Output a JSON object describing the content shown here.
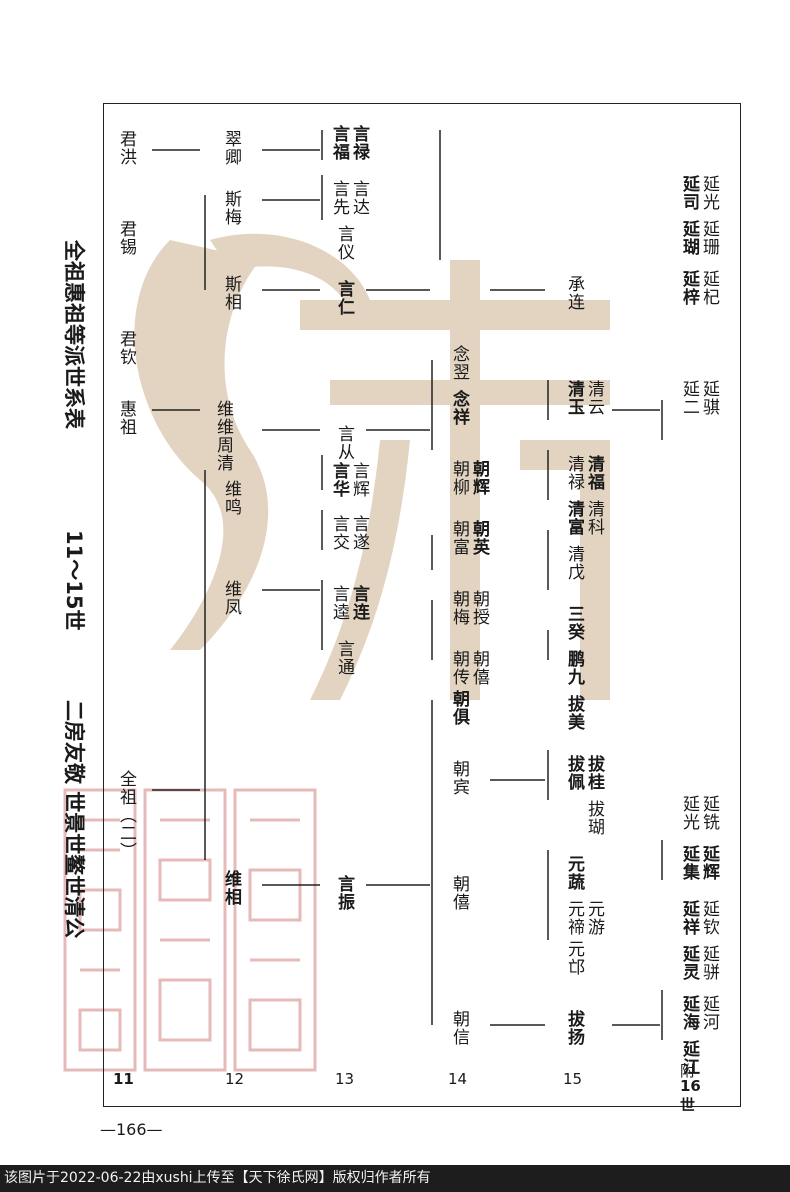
{
  "titles": {
    "main": "全祖惠祖等派世系表",
    "range": "11～15世",
    "branch": "二房友敬 世景世鳌世清公"
  },
  "generations": [
    "11",
    "12",
    "13",
    "14",
    "15",
    "附",
    "16",
    "世"
  ],
  "names": {
    "g11": [
      "君洪",
      "君锡",
      "君钦",
      "惠祖",
      "全祖（二）"
    ],
    "g12": [
      "翠卿",
      "斯梅",
      "斯相",
      "维维周清",
      "维鸣",
      "维凤",
      "维相"
    ],
    "g13": [
      "言福",
      "言禄",
      "言先",
      "言达",
      "言仪",
      "言仁",
      "言从",
      "言华",
      "言辉",
      "言交",
      "言遂",
      "言逵",
      "言连",
      "言通",
      "言振"
    ],
    "g14": [
      "念翌",
      "念祥",
      "朝柳",
      "朝辉",
      "朝富",
      "朝英",
      "朝梅",
      "朝授",
      "朝传",
      "朝僖",
      "朝俱",
      "朝宾",
      "朝僖",
      "朝信"
    ],
    "g15": [
      "承连",
      "清玉",
      "清云",
      "清禄",
      "清福",
      "清富",
      "清科",
      "清戊",
      "三癸",
      "鹏九",
      "拔美",
      "拔佩",
      "拔桂",
      "拔瑚",
      "元蔬",
      "元禘",
      "元游",
      "元邙",
      "拔扬"
    ],
    "g16": [
      "延司",
      "延光",
      "延瑚",
      "延珊",
      "延梓",
      "延杞",
      "延二",
      "延骐",
      "延光",
      "延铣",
      "延集",
      "延辉",
      "延祥",
      "延钦",
      "延灵",
      "延骈",
      "延海",
      "延河",
      "延江"
    ]
  },
  "page_number": "—166—",
  "footer_text": "该图片于2022-06-22由xushi上传至【天下徐氏网】版权归作者所有"
}
